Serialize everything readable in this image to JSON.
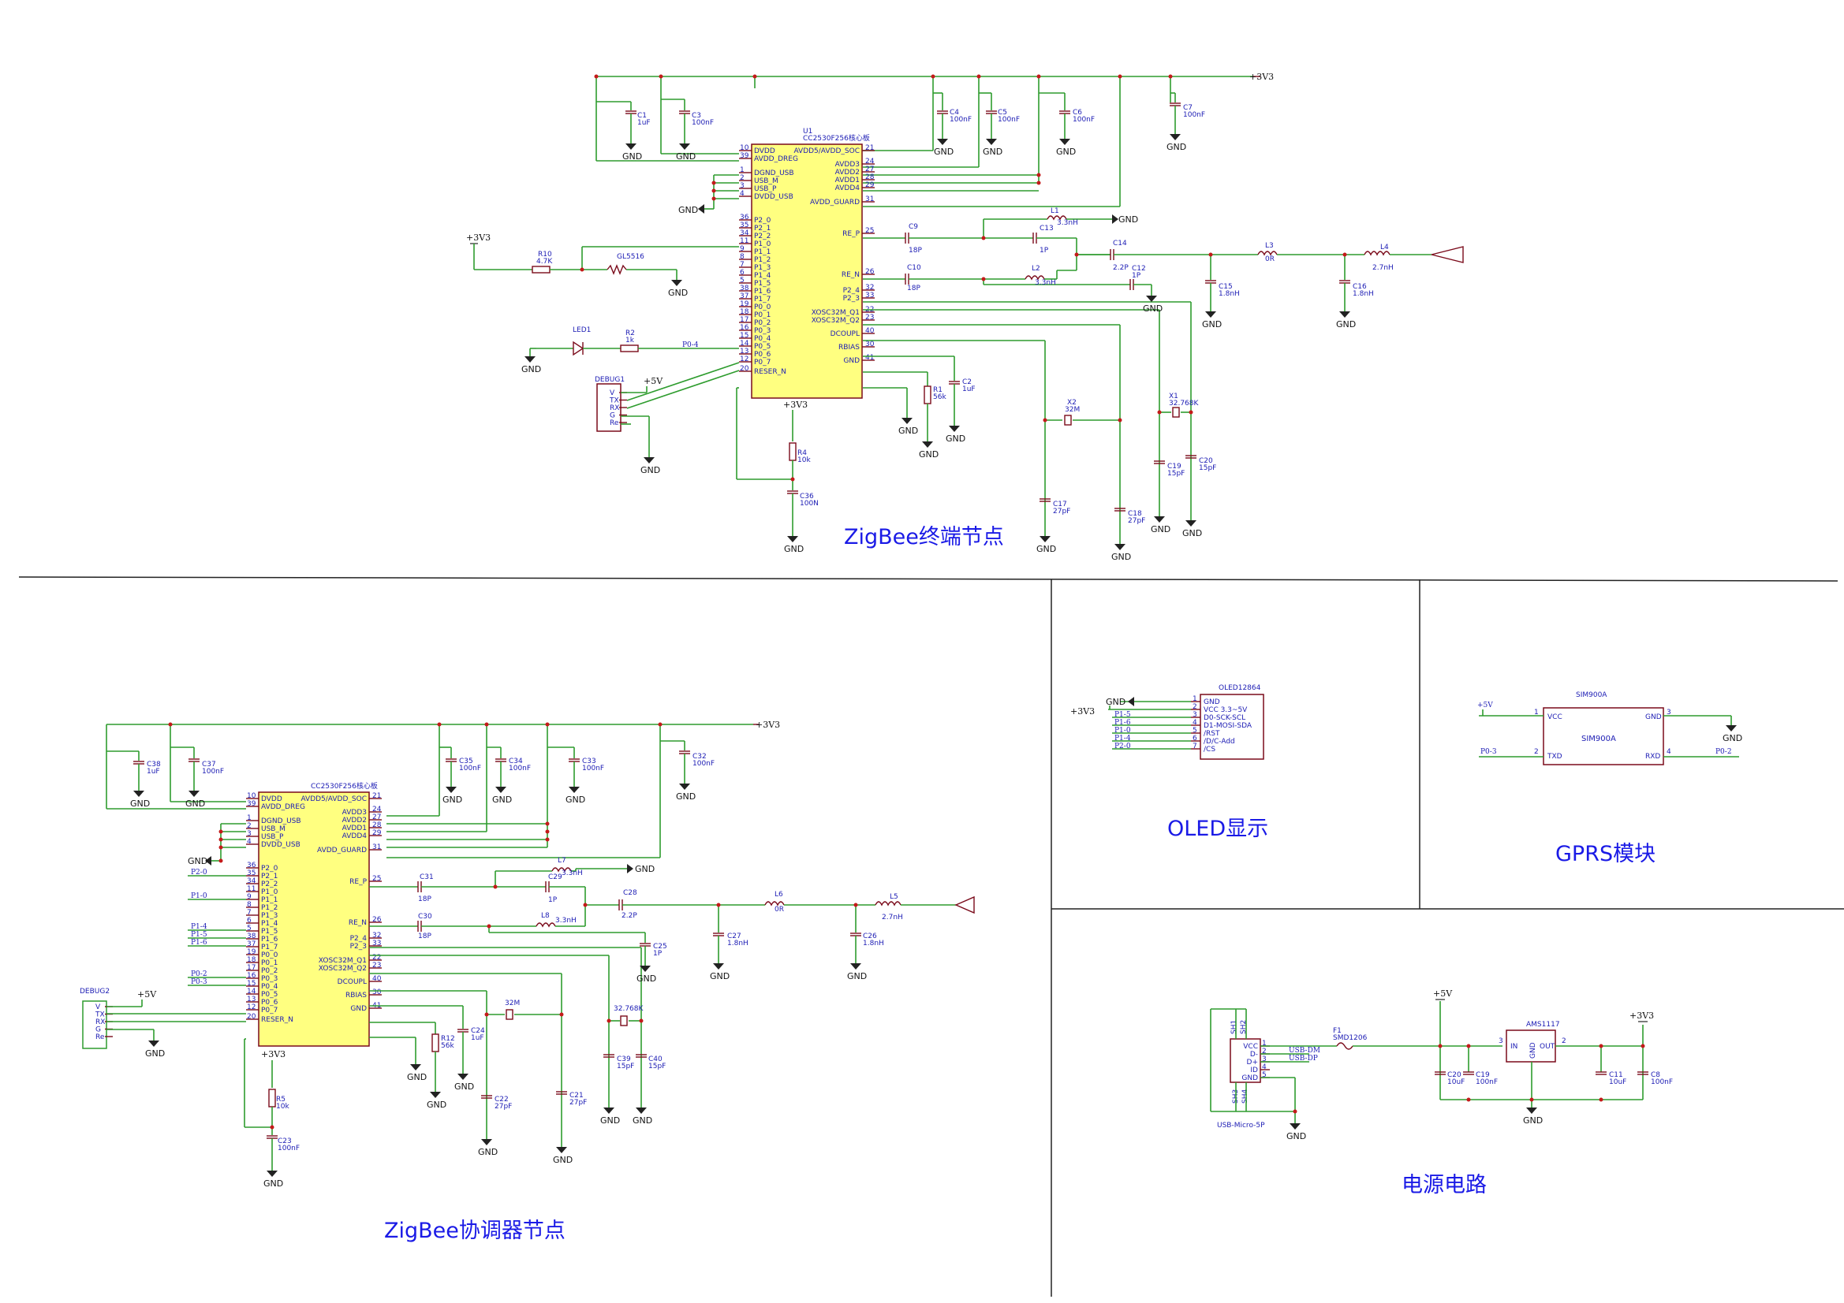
{
  "sections": {
    "end_node": "ZigBee终端节点",
    "coordinator": "ZigBee协调器节点",
    "oled": "OLED显示",
    "gprs": "GPRS模块",
    "power": "电源电路"
  },
  "common": {
    "gnd": "GND",
    "v33": "+3V3",
    "v5": "+5V",
    "chip_part": "CC2530F256核心板"
  },
  "u1": {
    "ref": "U1",
    "part": "CC2530F256核心板",
    "left_pins": [
      {
        "num": "10",
        "name": "DVDD"
      },
      {
        "num": "39",
        "name": "AVDD_DREG"
      },
      {
        "num": "1",
        "name": "DGND_USB"
      },
      {
        "num": "2",
        "name": "USB_M"
      },
      {
        "num": "3",
        "name": "USB_P"
      },
      {
        "num": "4",
        "name": "DVDD_USB"
      },
      {
        "num": "36",
        "name": "P2_0"
      },
      {
        "num": "35",
        "name": "P2_1"
      },
      {
        "num": "34",
        "name": "P2_2"
      },
      {
        "num": "11",
        "name": "P1_0"
      },
      {
        "num": "9",
        "name": "P1_1"
      },
      {
        "num": "8",
        "name": "P1_2"
      },
      {
        "num": "7",
        "name": "P1_3"
      },
      {
        "num": "6",
        "name": "P1_4"
      },
      {
        "num": "5",
        "name": "P1_5"
      },
      {
        "num": "38",
        "name": "P1_6"
      },
      {
        "num": "37",
        "name": "P1_7"
      },
      {
        "num": "19",
        "name": "P0_0"
      },
      {
        "num": "18",
        "name": "P0_1"
      },
      {
        "num": "17",
        "name": "P0_2"
      },
      {
        "num": "16",
        "name": "P0_3"
      },
      {
        "num": "15",
        "name": "P0_4"
      },
      {
        "num": "14",
        "name": "P0_5"
      },
      {
        "num": "13",
        "name": "P0_6"
      },
      {
        "num": "12",
        "name": "P0_7"
      },
      {
        "num": "20",
        "name": "RESER_N"
      }
    ],
    "right_pins": [
      {
        "num": "21",
        "name": "AVDD5/AVDD_SOC"
      },
      {
        "num": "24",
        "name": "AVDD3"
      },
      {
        "num": "27",
        "name": "AVDD2"
      },
      {
        "num": "28",
        "name": "AVDD1"
      },
      {
        "num": "29",
        "name": "AVDD4"
      },
      {
        "num": "31",
        "name": "AVDD_GUARD"
      },
      {
        "num": "25",
        "name": "RE_P"
      },
      {
        "num": "26",
        "name": "RE_N"
      },
      {
        "num": "32",
        "name": "P2_4"
      },
      {
        "num": "33",
        "name": "P2_3"
      },
      {
        "num": "22",
        "name": "XOSC32M_Q1"
      },
      {
        "num": "23",
        "name": "XOSC32M_Q2"
      },
      {
        "num": "40",
        "name": "DCOUPL"
      },
      {
        "num": "30",
        "name": "RBIAS"
      },
      {
        "num": "41",
        "name": "GND"
      }
    ]
  },
  "end_components": {
    "c1": [
      "C1",
      "1uF"
    ],
    "c3": [
      "C3",
      "100nF"
    ],
    "c4": [
      "C4",
      "100nF"
    ],
    "c5": [
      "C5",
      "100nF"
    ],
    "c6": [
      "C6",
      "100nF"
    ],
    "c7": [
      "C7",
      "100nF"
    ],
    "c9": [
      "C9",
      "18P"
    ],
    "c10": [
      "C10",
      "18P"
    ],
    "c13": [
      "C13",
      "1P"
    ],
    "c12": [
      "C12",
      "1P"
    ],
    "c14": [
      "C14",
      "2.2P"
    ],
    "c15": [
      "C15",
      "1.8nH"
    ],
    "c16": [
      "C16",
      "1.8nH"
    ],
    "l1": [
      "L1",
      "3.3nH"
    ],
    "l2": [
      "L2",
      "3.3nH"
    ],
    "l3": [
      "L3",
      "0R"
    ],
    "l4": [
      "L4",
      "2.7nH"
    ],
    "r10": [
      "R10",
      "4.7K"
    ],
    "gl": "GL5516",
    "led1": "LED1",
    "r2": [
      "R2",
      "1k"
    ],
    "p04": "P0-4",
    "debug1": "DEBUG1",
    "r1": [
      "R1",
      "56k"
    ],
    "c2": [
      "C2",
      "1uF"
    ],
    "r4": [
      "R4",
      "10k"
    ],
    "c36": [
      "C36",
      "100N"
    ],
    "x2": [
      "X2",
      "32M"
    ],
    "x1": [
      "X1",
      "32.768K"
    ],
    "c17": [
      "C17",
      "27pF"
    ],
    "c18": [
      "C18",
      "27pF"
    ],
    "c19": [
      "C19",
      "15pF"
    ],
    "c20": [
      "C20",
      "15pF"
    ],
    "dbg_pins": [
      "V",
      "TX",
      "RX",
      "G",
      "Re"
    ]
  },
  "coord_components": {
    "c38": [
      "C38",
      "1uF"
    ],
    "c37": [
      "C37",
      "100nF"
    ],
    "c35": [
      "C35",
      "100nF"
    ],
    "c34": [
      "C34",
      "100nF"
    ],
    "c33": [
      "C33",
      "100nF"
    ],
    "c32": [
      "C32",
      "100nF"
    ],
    "c31": [
      "C31",
      "18P"
    ],
    "c30": [
      "C30",
      "18P"
    ],
    "c29": [
      "C29",
      "1P"
    ],
    "c25": [
      "C25",
      "1P"
    ],
    "c28": [
      "C28",
      "2.2P"
    ],
    "c27": [
      "C27",
      "1.8nH"
    ],
    "c26": [
      "C26",
      "1.8nH"
    ],
    "l7": [
      "L7",
      "3.3nH"
    ],
    "l8": [
      "L8",
      "3.3nH"
    ],
    "l6": [
      "L6",
      "0R"
    ],
    "l5": [
      "L5",
      "2.7nH"
    ],
    "r12": [
      "R12",
      "56k"
    ],
    "c24": [
      "C24",
      "1uF"
    ],
    "x32m": "32M",
    "x32k": "32.768K",
    "c22": [
      "C22",
      "27pF"
    ],
    "c21": [
      "C21",
      "27pF"
    ],
    "c39": [
      "C39",
      "15pF"
    ],
    "c40": [
      "C40",
      "15pF"
    ],
    "r5": [
      "R5",
      "10k"
    ],
    "c23": [
      "C23",
      "100nF"
    ],
    "debug2": "DEBUG2",
    "nets_left": [
      "P2-0",
      "P1-0",
      "P1-4",
      "P1-5",
      "P1-6",
      "P0-2",
      "P0-3"
    ],
    "dbg_pins": [
      "V",
      "TX",
      "RX",
      "G",
      "Re"
    ]
  },
  "oled": {
    "part": "OLED12864",
    "pins": [
      "GND",
      "VCC 3.3~5V",
      "D0-SCK-SCL",
      "D1-MOSI-SDA",
      "/RST",
      "/D/C-Add",
      "/CS"
    ],
    "nets": [
      "P1-5",
      "P1-6",
      "P1-0",
      "P1-4",
      "P2-0"
    ]
  },
  "gprs": {
    "part": "SIM900A",
    "label": "SIM900A",
    "pins": [
      "VCC",
      "GND",
      "TXD",
      "RXD"
    ],
    "nums": [
      "1",
      "3",
      "2",
      "4"
    ],
    "nets": [
      "+5V",
      "P0-3",
      "P0-2"
    ]
  },
  "power": {
    "usb": "USB-Micro-5P",
    "usb_pins": [
      "VCC",
      "D-",
      "D+",
      "ID",
      "GND"
    ],
    "usb_nets": [
      "USB-DM",
      "USB-DP"
    ],
    "shields": [
      "SH1",
      "SH2",
      "SH3",
      "SH4"
    ],
    "fuse": [
      "F1",
      "SMD1206"
    ],
    "reg": "AMS1117",
    "reg_pins": [
      "IN",
      "OUT",
      "GND"
    ],
    "caps": [
      [
        "C20",
        "10uF"
      ],
      [
        "C19",
        "100nF"
      ],
      [
        "C11",
        "10uF"
      ],
      [
        "C8",
        "100nF"
      ]
    ]
  }
}
